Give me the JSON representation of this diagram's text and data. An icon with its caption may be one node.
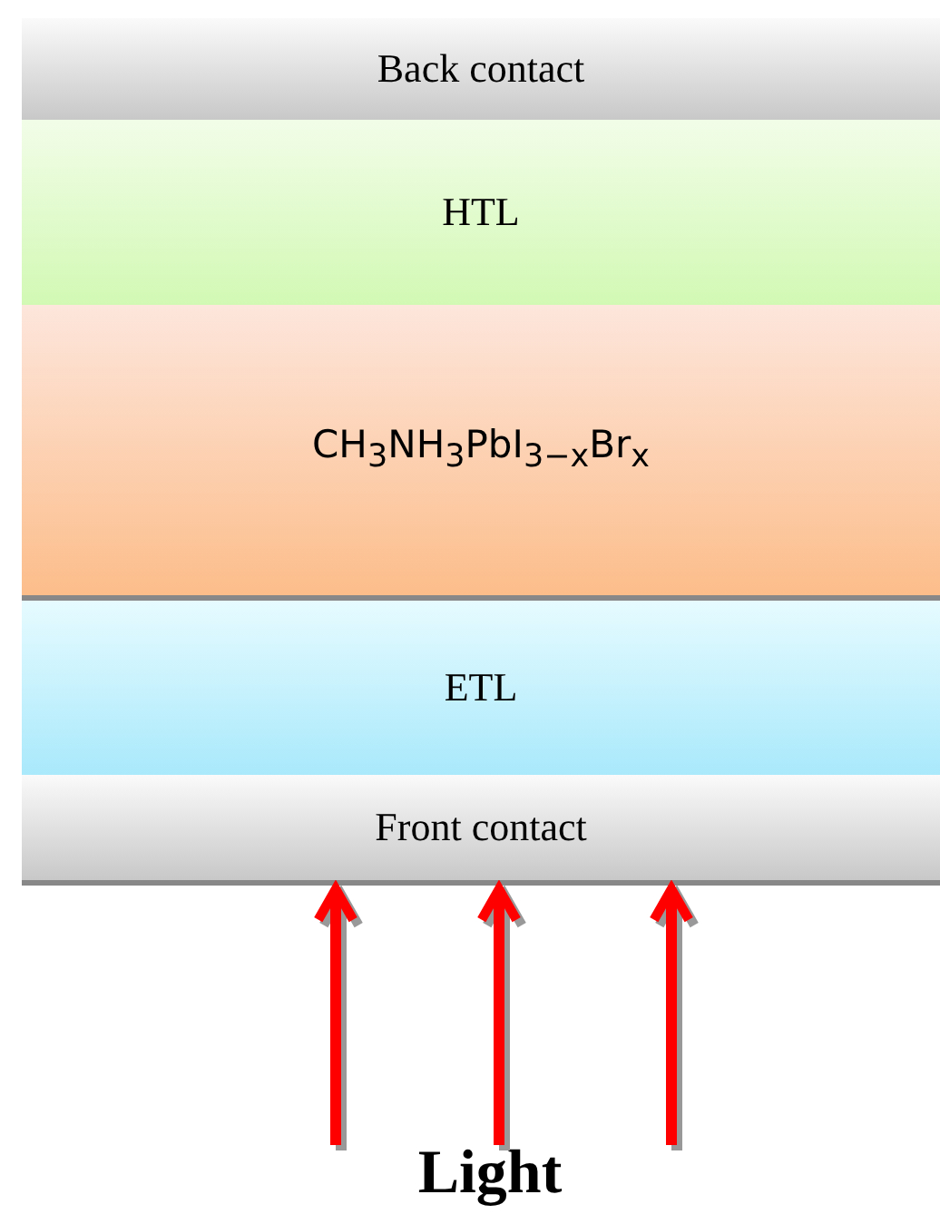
{
  "diagram": {
    "nodes": [
      {
        "text": [
          "Back contact"
        ]
      },
      {
        "text": [
          "HTL"
        ]
      },
      {
        "text": [
          "CH$_{3}$NH$_{3}$PbI$_{3−x}$Br$_{x}$"
        ]
      },
      {
        "text": [
          "ETL"
        ]
      },
      {
        "text": [
          "Front contact"
        ]
      },
      {
        "text": [
          "Light"
        ]
      }
    ],
    "edges": [
      {
        "from": 5,
        "to": 4,
        "arrow": "to"
      },
      {
        "from": 5,
        "to": 4,
        "arrow": "to"
      },
      {
        "from": 5,
        "to": 4,
        "arrow": "to"
      }
    ]
  }
}
